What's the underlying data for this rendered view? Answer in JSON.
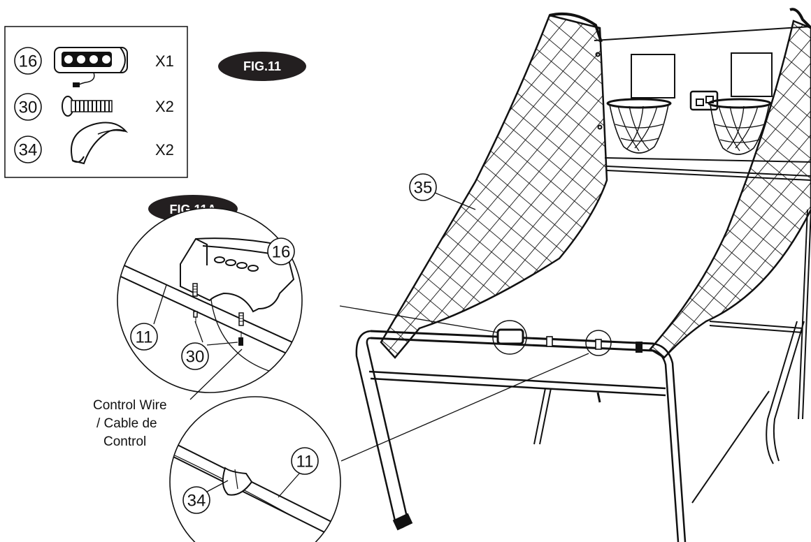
{
  "legend": {
    "rows": [
      {
        "part": "16",
        "qty": "X1",
        "icon": "control-box-icon"
      },
      {
        "part": "30",
        "qty": "X2",
        "icon": "bolt-icon"
      },
      {
        "part": "34",
        "qty": "X2",
        "icon": "cable-clip-icon"
      }
    ]
  },
  "figures": {
    "main": "FIG.11",
    "detail": "FIG.11A"
  },
  "callouts": {
    "net": "35",
    "box_detail": "16",
    "tube_detail": "11",
    "bolts_detail": "30",
    "tube_lower": "11",
    "clip_lower": "34"
  },
  "note": {
    "line1": "Control Wire",
    "line2": "/ Cable de",
    "line3": "Control"
  },
  "colors": {
    "ink": "#111111",
    "badge": "#231f20",
    "paper": "#ffffff"
  }
}
